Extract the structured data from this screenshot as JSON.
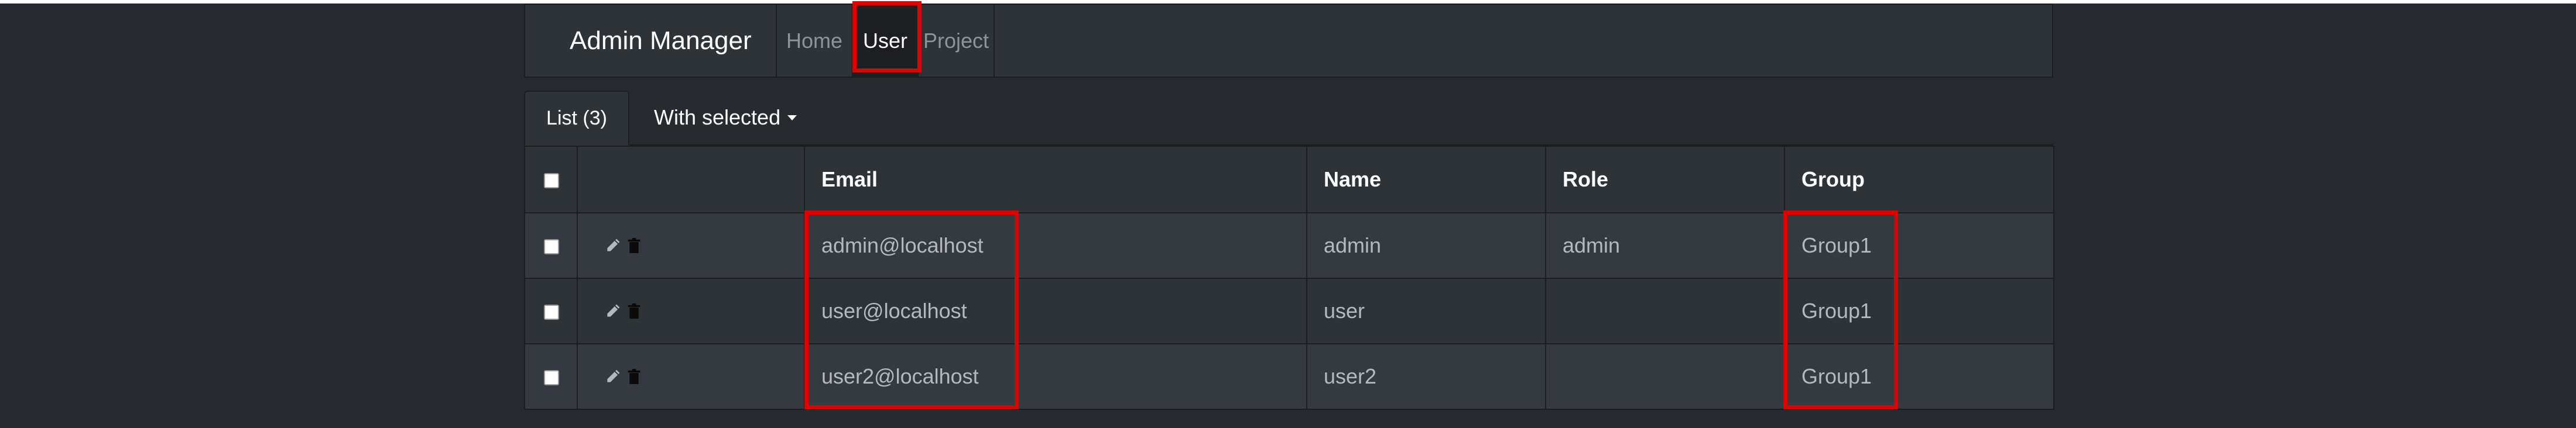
{
  "navbar": {
    "brand": "Admin Manager",
    "items": [
      {
        "label": "Home"
      },
      {
        "label": "User"
      },
      {
        "label": "Project"
      }
    ]
  },
  "tabs": {
    "list_label": "List (3)",
    "with_selected_label": "With selected"
  },
  "table": {
    "headers": [
      "",
      "",
      "Email",
      "Name",
      "Role",
      "Group"
    ],
    "rows": [
      {
        "email": "admin@localhost",
        "name": "admin",
        "role": "admin",
        "group": "Group1"
      },
      {
        "email": "user@localhost",
        "name": "user",
        "role": "",
        "group": "Group1"
      },
      {
        "email": "user2@localhost",
        "name": "user2",
        "role": "",
        "group": "Group1"
      }
    ]
  },
  "icons": {
    "edit": "pencil-icon",
    "delete": "trash-icon"
  },
  "colors": {
    "background": "#272b30",
    "highlight": "#e00000"
  }
}
